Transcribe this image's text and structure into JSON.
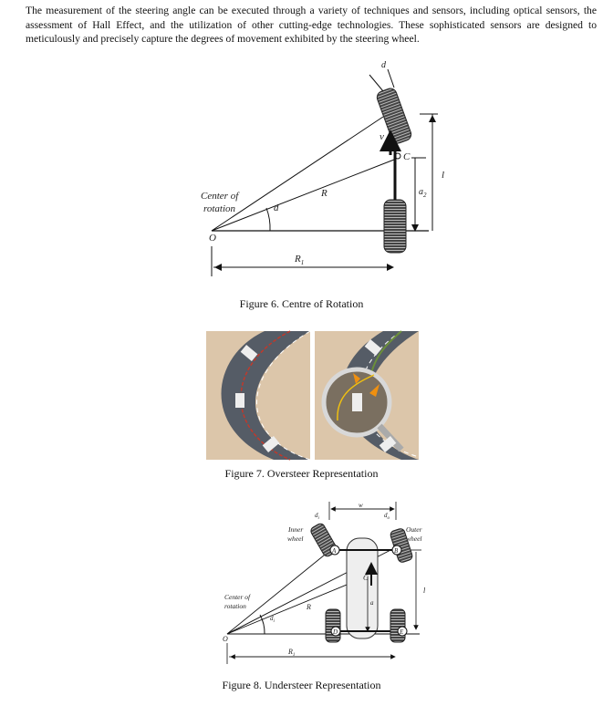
{
  "paragraph": "The measurement of the steering angle can be executed through a variety of techniques and sensors, including optical sensors, the assessment of Hall Effect, and the utilization of other cutting-edge technologies. These sophisticated sensors are designed to meticulously and precisely capture the degrees of movement exhibited by the steering wheel.",
  "figure6": {
    "caption": "Figure 6. Centre of Rotation",
    "labels": {
      "center": "Center of",
      "rotation": "rotation",
      "O": "O",
      "d": "d",
      "d_top": "d",
      "R": "R",
      "R1": "R",
      "R1_sub": "1",
      "v": "v",
      "C": "C",
      "a2": "a",
      "a2_sub": "2",
      "l": "l"
    }
  },
  "figure7": {
    "caption": "Figure 7. Oversteer Representation"
  },
  "figure8": {
    "caption": "Figure 8. Understeer Representation",
    "labels": {
      "w": "w",
      "inner1": "Inner",
      "inner2": "wheel",
      "outer1": "Outer",
      "outer2": "wheel",
      "center": "Center of",
      "rotation": "rotation",
      "O": "O",
      "R": "R",
      "R1": "R",
      "R1_sub": "1",
      "A": "A",
      "B": "B",
      "C": "C",
      "D": "D",
      "E": "E",
      "di": "d",
      "di_sub": "i",
      "do": "d",
      "do_sub": "o",
      "a": "a",
      "l": "l"
    }
  }
}
